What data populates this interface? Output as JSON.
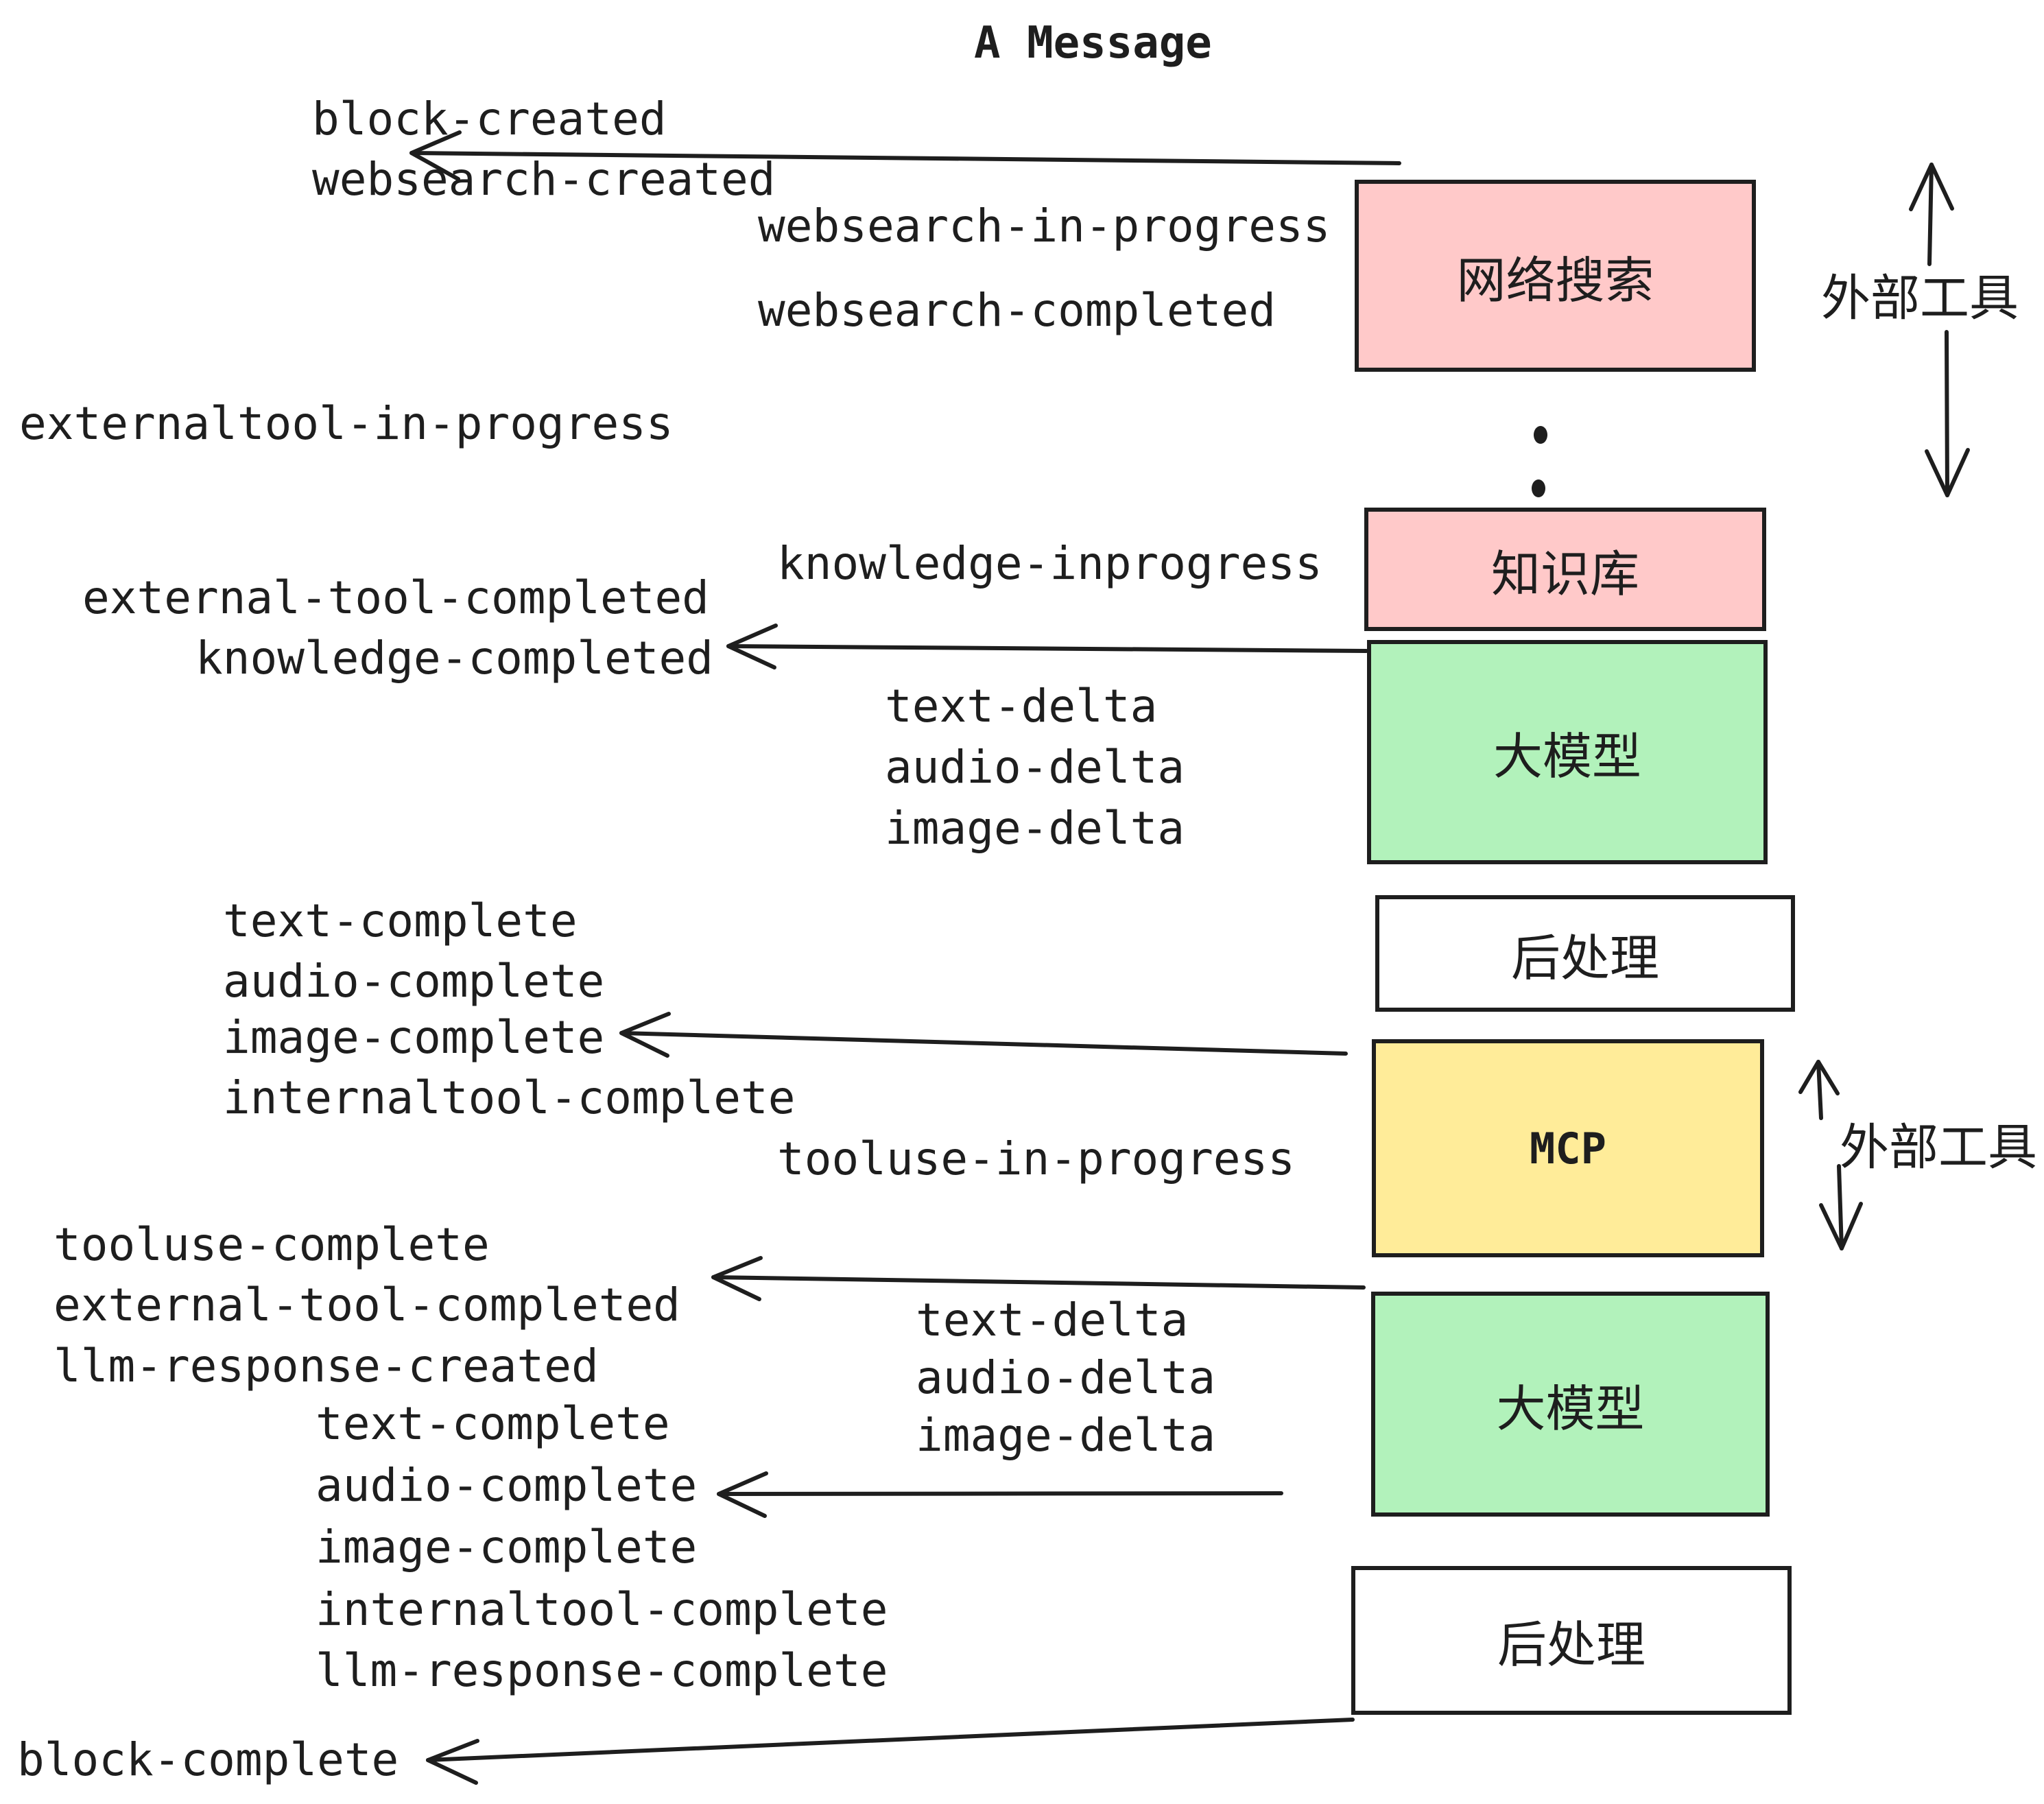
{
  "title": "A Message",
  "palette": {
    "box_red": "#ffc9c9",
    "box_green": "#b2f2bb",
    "box_yellow": "#ffec99",
    "box_white": "#ffffff",
    "stroke": "#1e1e1e"
  },
  "boxes": {
    "websearch": "网络搜索",
    "knowledge": "知识库",
    "llm1": "大模型",
    "post1": "后处理",
    "mcp": "MCP",
    "llm2": "大模型",
    "post2": "后处理"
  },
  "side_labels": {
    "external_tools_top": "外部工具",
    "external_tools_mid": "外部工具"
  },
  "events": {
    "block_created": "block-created",
    "websearch_created": "websearch-created",
    "websearch_in_progress": "websearch-in-progress",
    "websearch_completed": "websearch-completed",
    "externaltool_in_progress": "externaltool-in-progress",
    "knowledge_inprogress": "knowledge-inprogress",
    "external_tool_completed_1": "external-tool-completed",
    "knowledge_completed": "knowledge-completed",
    "text_delta_1": "text-delta",
    "audio_delta_1": "audio-delta",
    "image_delta_1": "image-delta",
    "text_complete_1": "text-complete",
    "audio_complete_1": "audio-complete",
    "image_complete_1": "image-complete",
    "internaltool_complete_1": "internaltool-complete",
    "tooluse_in_progress": "tooluse-in-progress",
    "tooluse_complete": "tooluse-complete",
    "external_tool_completed_2": "external-tool-completed",
    "llm_response_created": "llm-response-created",
    "text_complete_2": "text-complete",
    "audio_complete_2": "audio-complete",
    "image_complete_2": "image-complete",
    "internaltool_complete_2": "internaltool-complete",
    "llm_response_complete": "llm-response-complete",
    "block_complete": "block-complete"
  }
}
